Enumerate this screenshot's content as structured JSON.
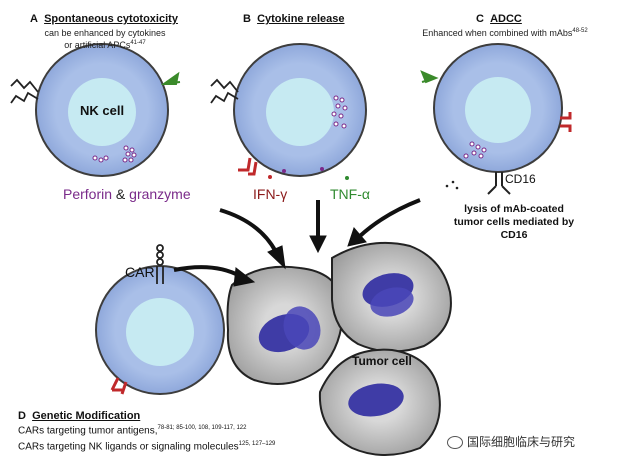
{
  "panels": {
    "a": {
      "letter": "A",
      "title": "Spontaneous cytotoxicity",
      "sub1": "can be enhanced by cytokines",
      "sub2": "or artificial APCs",
      "sub2_ref": "41-47",
      "cell_label": "NK cell",
      "perforin": "Perforin",
      "amp": "&",
      "granzyme": "granzyme"
    },
    "b": {
      "letter": "B",
      "title": "Cytokine release",
      "ifn": "IFN-γ",
      "tnf": "TNF-α"
    },
    "c": {
      "letter": "C",
      "title": "ADCC",
      "sub1": "Enhanced when combined with mAbs",
      "sub1_ref": "48-52",
      "cd16": "CD16",
      "lysis1": "lysis of mAb-coated",
      "lysis2": "tumor cells mediated by",
      "lysis3": "CD16"
    },
    "d": {
      "letter": "D",
      "title": "Genetic Modification",
      "car": "CAR",
      "line1": "CARs targeting tumor antigens,",
      "line1_ref": "78-81; 85-100, 108, 109-117, 122",
      "line2": "CARs targeting NK ligands or signaling molecules",
      "line2_ref": "125, 127–129"
    }
  },
  "tumor_label": "Tumor cell",
  "watermark": "国际细胞临床与研究",
  "colors": {
    "cell_fill": "#a9bfe8",
    "cell_core": "#c9eef3",
    "cell_outline": "#3d3d3d",
    "tumor_fill": "#b0b0b0",
    "tumor_core": "#d8d8d8",
    "nucleus": "#3f3ca6",
    "perforin_text": "#7a2a8a",
    "ifn_text": "#8b1a1a",
    "tnf_text": "#2f8a2f",
    "red_receptor": "#c0292b",
    "green_receptor": "#3a8a2a"
  }
}
